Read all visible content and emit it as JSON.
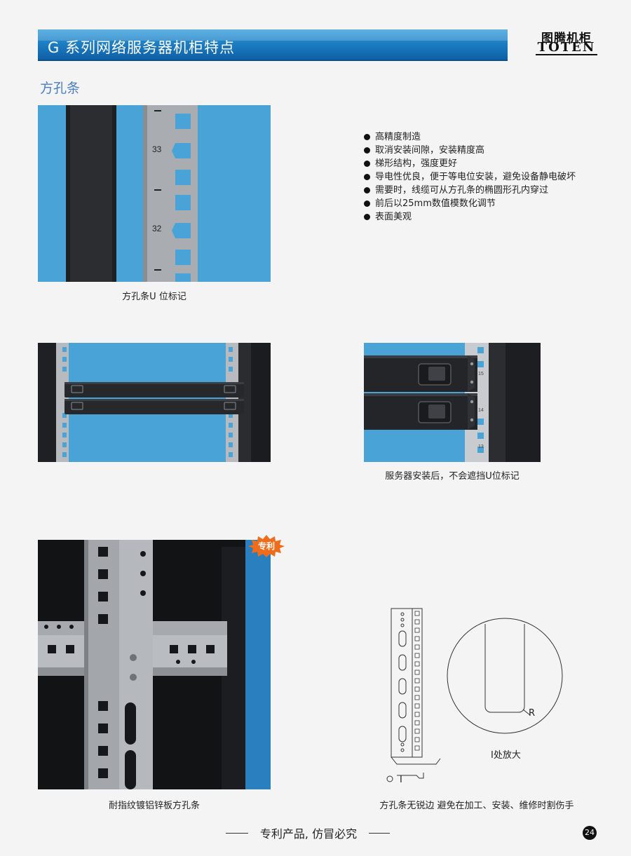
{
  "header": {
    "title": "G 系列网络服务器机柜特点",
    "logo_cn": "图腾机柜",
    "logo_en": "TOTEN"
  },
  "section_title": "方孔条",
  "photo1": {
    "marks": [
      "33",
      "32"
    ],
    "caption": "方孔条U 位标记"
  },
  "features": [
    "高精度制造",
    "取消安装间隙，安装精度高",
    "梯形结构，强度更好",
    "导电性优良，便于等电位安装，避免设备静电破坏",
    "需要时，线缆可从方孔条的椭圆形孔内穿过",
    "前后以25mm数值模数化调节",
    "表面美观"
  ],
  "photo3": {
    "marks": [
      "15",
      "14",
      "13"
    ],
    "caption": "服务器安装后，不会遮挡U位标记"
  },
  "patent_badge": "专利",
  "photo4": {
    "caption": "耐指纹镀铝锌板方孔条"
  },
  "drawing": {
    "radius_label": "R",
    "section_label": "I",
    "zoom_caption": "I处放大",
    "caption": "方孔条无锐边 避免在加工、安装、维修时割伤手"
  },
  "footer": {
    "slogan": "专利产品, 仿冒必究",
    "page_number": "24"
  },
  "colors": {
    "banner_blue": "#1d7fc4",
    "section_title": "#4a7ec9",
    "photo_bg_blue": "#4aa3d6",
    "patent_orange": "#ef6c1a"
  }
}
